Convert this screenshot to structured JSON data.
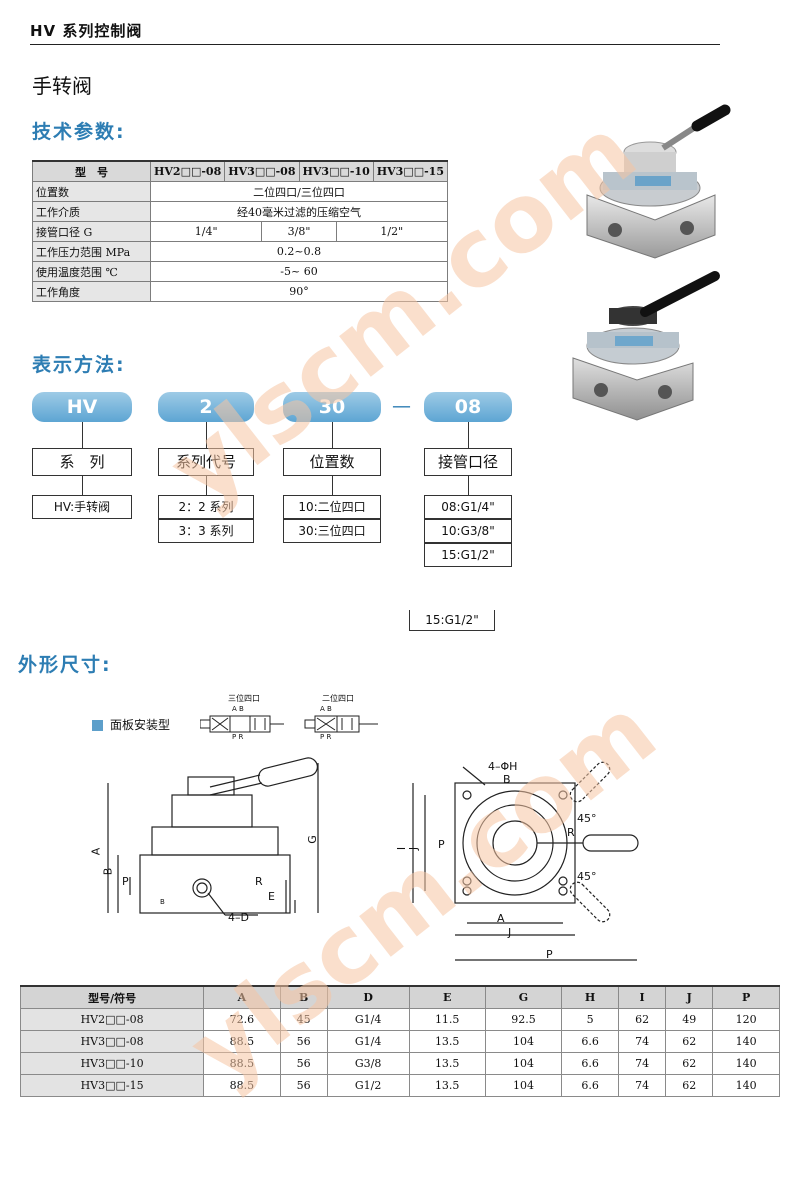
{
  "header": {
    "title": "HV 系列控制阀"
  },
  "page_subtitle": "手转阀",
  "sections": {
    "specs": "技术参数:",
    "method": "表示方法:",
    "dimensions": "外形尺寸:"
  },
  "spec_table": {
    "header": [
      "型　号",
      "HV2□□-08",
      "HV3□□-08",
      "HV3□□-10",
      "HV3□□-15"
    ],
    "rows": [
      {
        "label": "位置数",
        "value": "二位四口/三位四口"
      },
      {
        "label": "工作介质",
        "value": "经40毫米过滤的压缩空气"
      },
      {
        "label": "接管口径 G",
        "values": [
          "1/4\"",
          "3/8\"",
          "1/2\""
        ]
      },
      {
        "label": "工作压力范围 MPa",
        "value": "0.2~0.8"
      },
      {
        "label": "使用温度范围 ℃",
        "value": "-5~ 60"
      },
      {
        "label": "工作角度",
        "value": "90°"
      }
    ]
  },
  "method": {
    "codes": [
      "HV",
      "2",
      "30",
      "08"
    ],
    "dash": "—",
    "labels": [
      "系　列",
      "系列代号",
      "位置数",
      "接管口径"
    ],
    "options": {
      "series": [
        "HV:手转阀"
      ],
      "code": [
        "2：2 系列",
        "3：3 系列"
      ],
      "positions": [
        "10:二位四口",
        "30:三位四口"
      ],
      "port": [
        "08:G1/4\"",
        "10:G3/8\"",
        "15:G1/2\""
      ]
    },
    "stray_option": "15:G1/2\""
  },
  "drawing": {
    "legend": "面板安装型",
    "symbol3": "三位四口",
    "symbol2": "二位四口",
    "ab": "A B",
    "pr": "P R",
    "labels": {
      "A": "A",
      "B": "B",
      "P": "P",
      "R": "R",
      "E": "E",
      "G": "G",
      "D": "4–D",
      "H": "4–ΦH",
      "I": "I",
      "J": "J",
      "P2": "P",
      "R2": "R",
      "A2": "A",
      "B2": "B",
      "angle1": "45°",
      "angle2": "45°",
      "smallB": "B"
    }
  },
  "dim_table": {
    "header": [
      "型号/符号",
      "A",
      "B",
      "D",
      "E",
      "G",
      "H",
      "I",
      "J",
      "P"
    ],
    "rows": [
      [
        "HV2□□-08",
        "72.6",
        "45",
        "G1/4",
        "11.5",
        "92.5",
        "5",
        "62",
        "49",
        "120"
      ],
      [
        "HV3□□-08",
        "88.5",
        "56",
        "G1/4",
        "13.5",
        "104",
        "6.6",
        "74",
        "62",
        "140"
      ],
      [
        "HV3□□-10",
        "88.5",
        "56",
        "G3/8",
        "13.5",
        "104",
        "6.6",
        "74",
        "62",
        "140"
      ],
      [
        "HV3□□-15",
        "88.5",
        "56",
        "G1/2",
        "13.5",
        "104",
        "6.6",
        "74",
        "62",
        "140"
      ]
    ]
  },
  "watermark": "ylscm.com"
}
